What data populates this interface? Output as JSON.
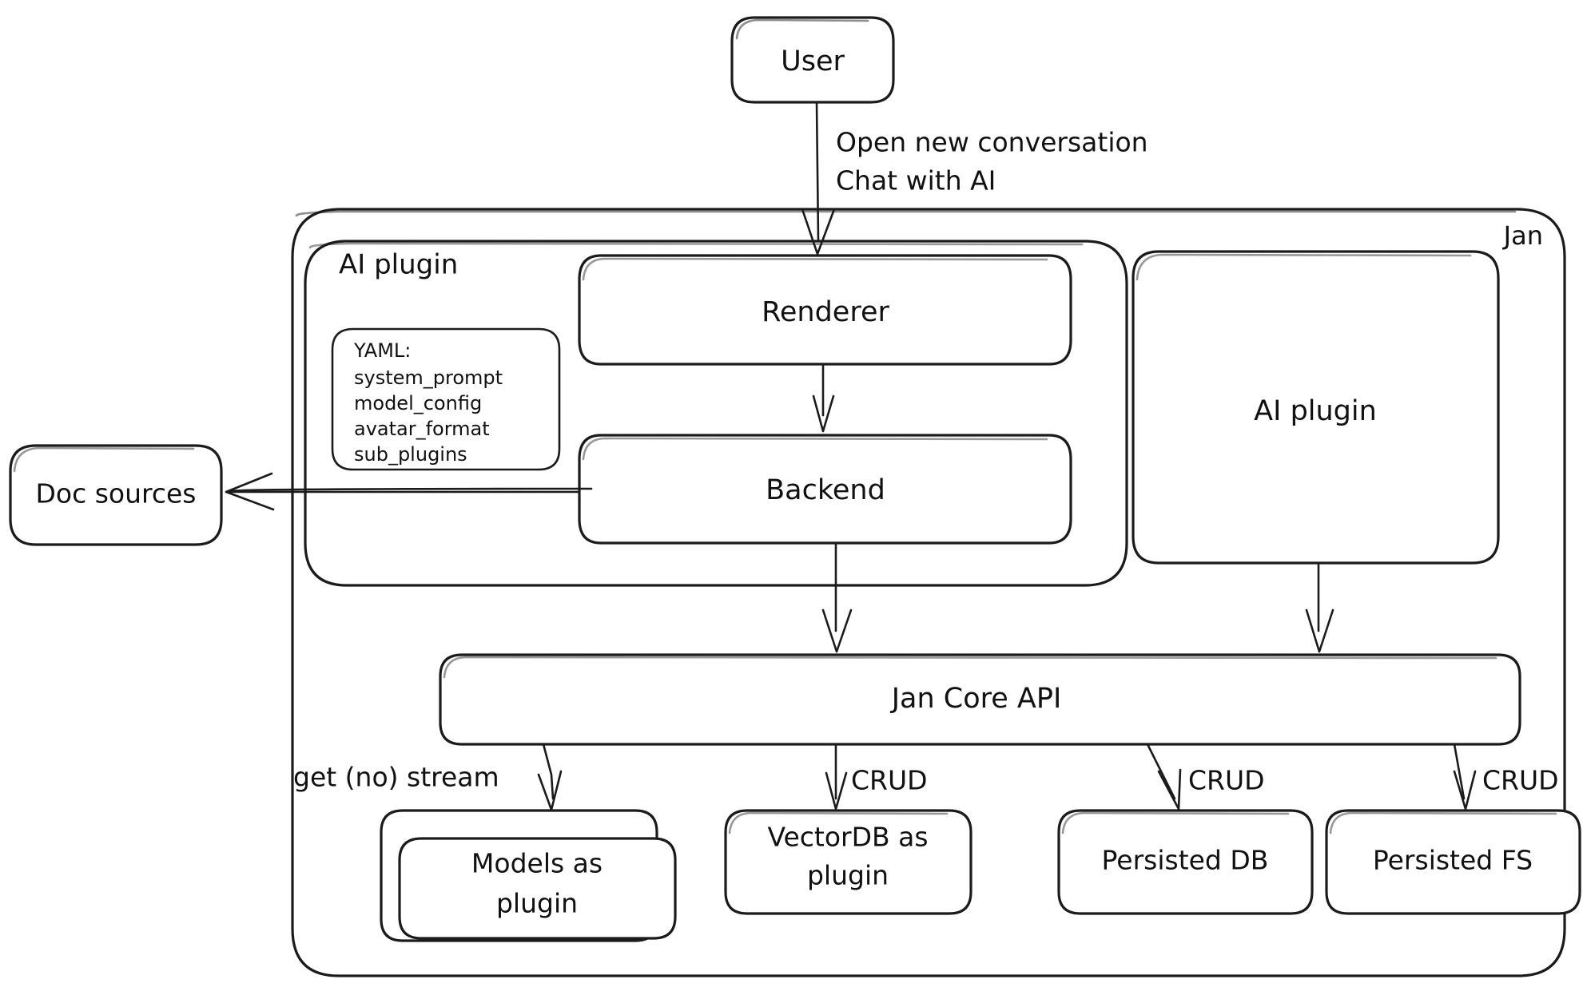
{
  "diagram": {
    "title": "Jan architecture diagram",
    "style": "hand-drawn",
    "background_color": "#ffffff",
    "stroke_color": "#1b1b1b",
    "text_color": "#111111"
  },
  "containers": {
    "jan": {
      "label": "Jan",
      "label_position": "top-right"
    },
    "ai_plugin_group": {
      "label": "AI plugin",
      "label_position": "top-left"
    }
  },
  "nodes": {
    "user": {
      "label": "User"
    },
    "renderer": {
      "label": "Renderer"
    },
    "backend": {
      "label": "Backend"
    },
    "ai_plugin_right": {
      "label": "AI plugin"
    },
    "jan_core_api": {
      "label": "Jan Core API"
    },
    "models_plugin": {
      "label_line1": "Models as",
      "label_line2": "plugin"
    },
    "vectordb_plugin": {
      "label_line1": "VectorDB as",
      "label_line2": "plugin"
    },
    "persisted_db": {
      "label": "Persisted DB"
    },
    "persisted_fs": {
      "label": "Persisted FS"
    },
    "doc_sources": {
      "label": "Doc sources"
    }
  },
  "yaml_card": {
    "header": "YAML:",
    "keys": [
      "system_prompt",
      "model_config",
      "avatar_format",
      "sub_plugins"
    ]
  },
  "edges": [
    {
      "id": "user-to-renderer",
      "from": "user",
      "to": "renderer",
      "label_line1": "Open new conversation",
      "label_line2": "Chat with AI"
    },
    {
      "id": "renderer-to-backend",
      "from": "renderer",
      "to": "backend",
      "label": ""
    },
    {
      "id": "backend-to-doc-sources",
      "from": "backend",
      "to": "doc_sources",
      "label": ""
    },
    {
      "id": "backend-to-core-api",
      "from": "backend",
      "to": "jan_core_api",
      "label": ""
    },
    {
      "id": "ai-plugin-to-core-api",
      "from": "ai_plugin_right",
      "to": "jan_core_api",
      "label": ""
    },
    {
      "id": "core-api-to-models",
      "from": "jan_core_api",
      "to": "models_plugin",
      "label": "get (no) stream"
    },
    {
      "id": "core-api-to-vectordb",
      "from": "jan_core_api",
      "to": "vectordb_plugin",
      "label": "CRUD"
    },
    {
      "id": "core-api-to-persisted-db",
      "from": "jan_core_api",
      "to": "persisted_db",
      "label": "CRUD"
    },
    {
      "id": "core-api-to-persisted-fs",
      "from": "jan_core_api",
      "to": "persisted_fs",
      "label": "CRUD"
    }
  ]
}
